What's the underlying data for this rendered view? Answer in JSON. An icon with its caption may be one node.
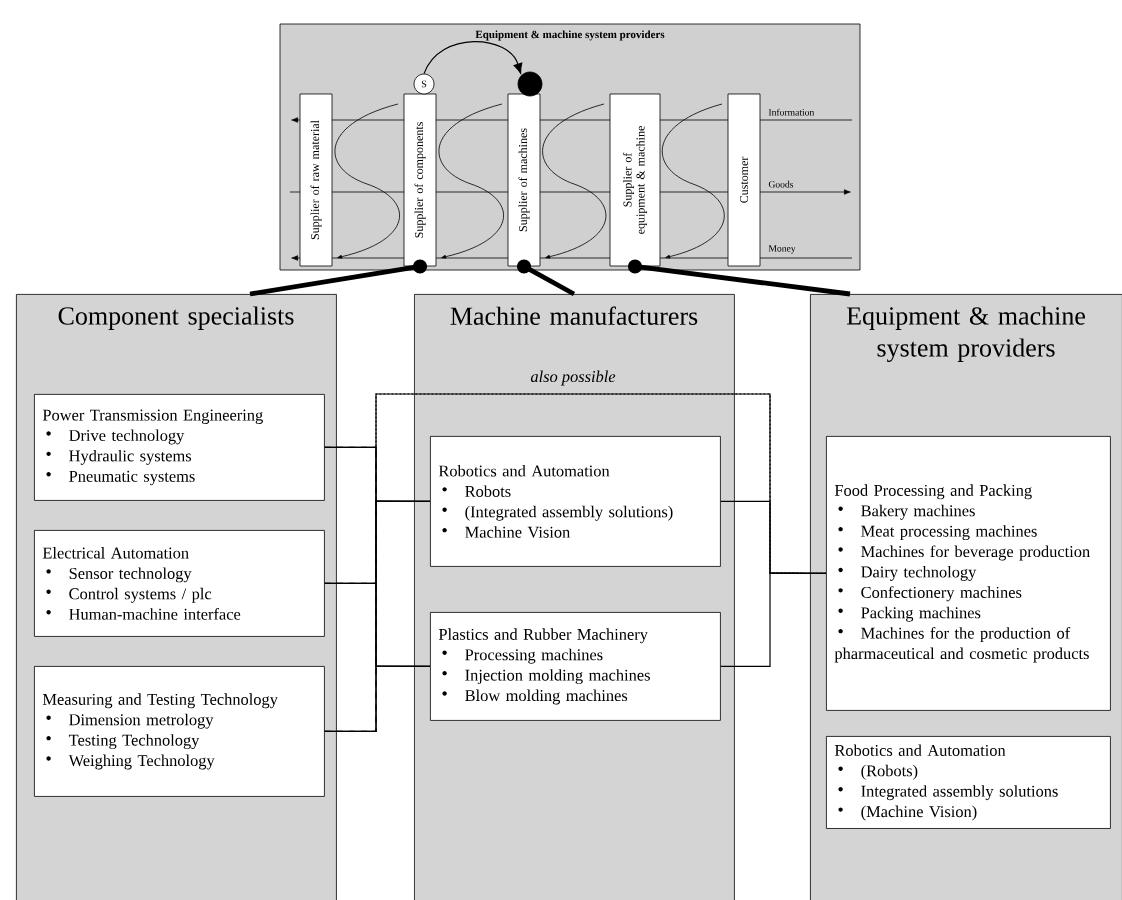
{
  "diagram": {
    "nodes": [
      {
        "text": [
          "Equipment & machine system providers"
        ]
      },
      {
        "text": [
          "Supplier of raw material"
        ],
        "in": 0
      },
      {
        "text": [
          "Supplier of components"
        ],
        "in": 0
      },
      {
        "text": [
          "Supplier of machines"
        ],
        "in": 0
      },
      {
        "text": [
          "Supplier of equipment & machine"
        ],
        "in": 0
      },
      {
        "text": [
          "Customer"
        ],
        "in": 0
      },
      {
        "text": [
          "S"
        ],
        "in": 0
      },
      {
        "text": [],
        "shape": "circle",
        "in": 0
      },
      {
        "text": [
          "Component specialists"
        ]
      },
      {
        "text": [
          "Power Transmission Engineering",
          "Drive technology",
          "Hydraulic systems",
          "Pneumatic systems"
        ],
        "in": 8
      },
      {
        "text": [
          "Electrical Automation",
          "Sensor technology",
          "Control systems / plc",
          "Human-machine interface"
        ],
        "in": 8
      },
      {
        "text": [
          "Measuring and Testing Technology",
          "Dimension metrology",
          "Testing Technology",
          "Weighing Technology"
        ],
        "in": 8
      },
      {
        "text": [
          "Machine manufacturers"
        ]
      },
      {
        "text": [
          "Robotics and Automation",
          "Robots",
          "(Integrated assembly solutions)",
          "Machine Vision"
        ],
        "in": 12
      },
      {
        "text": [
          "Plastics and Rubber Machinery",
          "Processing machines",
          "Injection molding machines",
          "Blow molding machines"
        ],
        "in": 12
      },
      {
        "text": [
          "Equipment & machine system providers"
        ]
      },
      {
        "text": [
          "Food Processing and Packing",
          "Bakery machines",
          "Meat processing machines",
          "Machines for beverage production",
          "Dairy technology",
          "Confectionery machines",
          "Packing machines",
          "Machines for the production of pharmaceutical and cosmetic products"
        ],
        "in": 15
      },
      {
        "text": [
          "Robotics and Automation",
          "(Robots)",
          "Integrated assembly solutions",
          "(Machine Vision)"
        ],
        "in": 15
      }
    ],
    "edges": [
      {
        "from": 6,
        "to": 7,
        "arrow": "to"
      },
      {
        "from": 2,
        "to": 8,
        "arrow": "other",
        "style": "thick"
      },
      {
        "from": 3,
        "to": 12,
        "arrow": "other",
        "style": "thick"
      },
      {
        "from": 4,
        "to": 15,
        "arrow": "other",
        "style": "thick"
      },
      {
        "from": 9,
        "to": 16,
        "arrow": "none",
        "style": "dashed",
        "label": "also possible"
      },
      {
        "from": 10,
        "to": 16,
        "arrow": "none",
        "style": "dashed"
      },
      {
        "from": 11,
        "to": 16,
        "arrow": "none",
        "style": "dashed"
      },
      {
        "from": 9,
        "to": 13,
        "arrow": "none"
      },
      {
        "from": 9,
        "to": 14,
        "arrow": "none"
      },
      {
        "from": 10,
        "to": 13,
        "arrow": "none"
      },
      {
        "from": 10,
        "to": 14,
        "arrow": "none"
      },
      {
        "from": 11,
        "to": 13,
        "arrow": "none"
      },
      {
        "from": 11,
        "to": 14,
        "arrow": "none"
      },
      {
        "from": 13,
        "to": 16,
        "arrow": "none"
      },
      {
        "from": 14,
        "to": 16,
        "arrow": "none"
      }
    ],
    "labels": [
      "Information",
      "Goods",
      "Money"
    ]
  }
}
